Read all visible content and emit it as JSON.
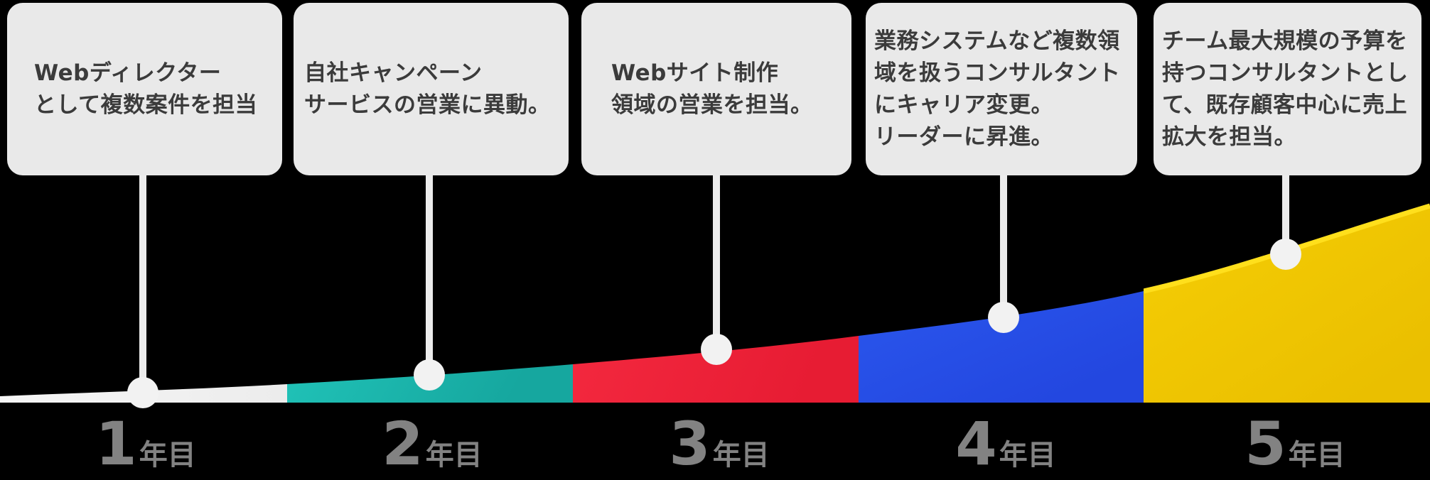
{
  "milestones": [
    {
      "year": "1",
      "suffix": "年目",
      "note": "Webディレクター\nとして複数案件を担当",
      "segment_colors": [
        "#f6f6f6",
        "#ececec"
      ]
    },
    {
      "year": "2",
      "suffix": "年目",
      "note": "自社キャンペーン\nサービスの営業に異動。",
      "segment_colors": [
        "#24ccc0",
        "#16a79f"
      ]
    },
    {
      "year": "3",
      "suffix": "年目",
      "note": "Webサイト制作\n領域の営業を担当。",
      "segment_colors": [
        "#f62b41",
        "#e71c33"
      ]
    },
    {
      "year": "4",
      "suffix": "年目",
      "note": "業務システムなど複数領\n域を扱うコンサルタント\nにキャリア変更。\nリーダーに昇進。",
      "segment_colors": [
        "#2e5ef3",
        "#2347e0"
      ]
    },
    {
      "year": "5",
      "suffix": "年目",
      "note": "チーム最大規模の予算を\n持つコンサルタントとし\nて、既存顧客中心に売上\n拡大を担当。",
      "segment_colors": [
        "#f8d106",
        "#eabf00"
      ]
    }
  ],
  "colors": {
    "background": "#000000",
    "callout_bg": "#e9e9e9",
    "callout_text": "#3b3b3b",
    "year_label": "#828282",
    "dot": "#f2f2f2",
    "stem": "#ececec",
    "yellow_highlight": "#ffdf1c"
  }
}
